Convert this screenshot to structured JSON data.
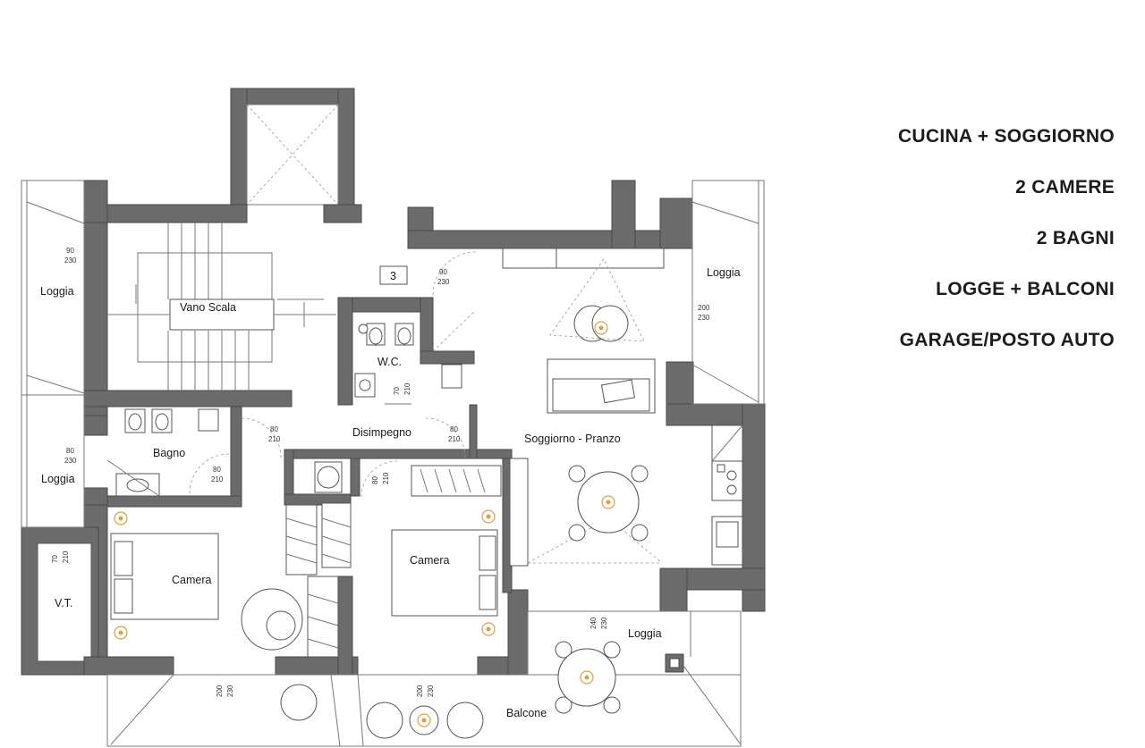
{
  "features": [
    "CUCINA + SOGGIORNO",
    "2 CAMERE",
    "2 BAGNI",
    "LOGGE + BALCONI",
    "GARAGE/POSTO AUTO"
  ],
  "rooms": {
    "loggia_left_top": "Loggia",
    "vano_scala": "Vano Scala",
    "stair_number": "3",
    "wc": "W.C.",
    "loggia_right": "Loggia",
    "bagno": "Bagno",
    "disimpegno": "Disimpegno",
    "soggiorno": "Soggiorno - Pranzo",
    "loggia_left_bottom": "Loggia",
    "vt": "V.T.",
    "camera_left": "Camera",
    "camera_mid": "Camera",
    "loggia_bottom": "Loggia",
    "balcone": "Balcone"
  },
  "dimensions": {
    "d1": [
      "90",
      "230"
    ],
    "d2": [
      "90",
      "230"
    ],
    "d3": [
      "200",
      "230"
    ],
    "d4": [
      "70",
      "210"
    ],
    "d5": [
      "80",
      "230"
    ],
    "d6": [
      "80",
      "210"
    ],
    "d7": [
      "80",
      "210"
    ],
    "d8": [
      "80",
      "210"
    ],
    "d9": [
      "80",
      "210"
    ],
    "d10": [
      "70",
      "210"
    ],
    "d11": [
      "240",
      "230"
    ],
    "d12": [
      "200",
      "230"
    ],
    "d13": [
      "200",
      "230"
    ]
  }
}
